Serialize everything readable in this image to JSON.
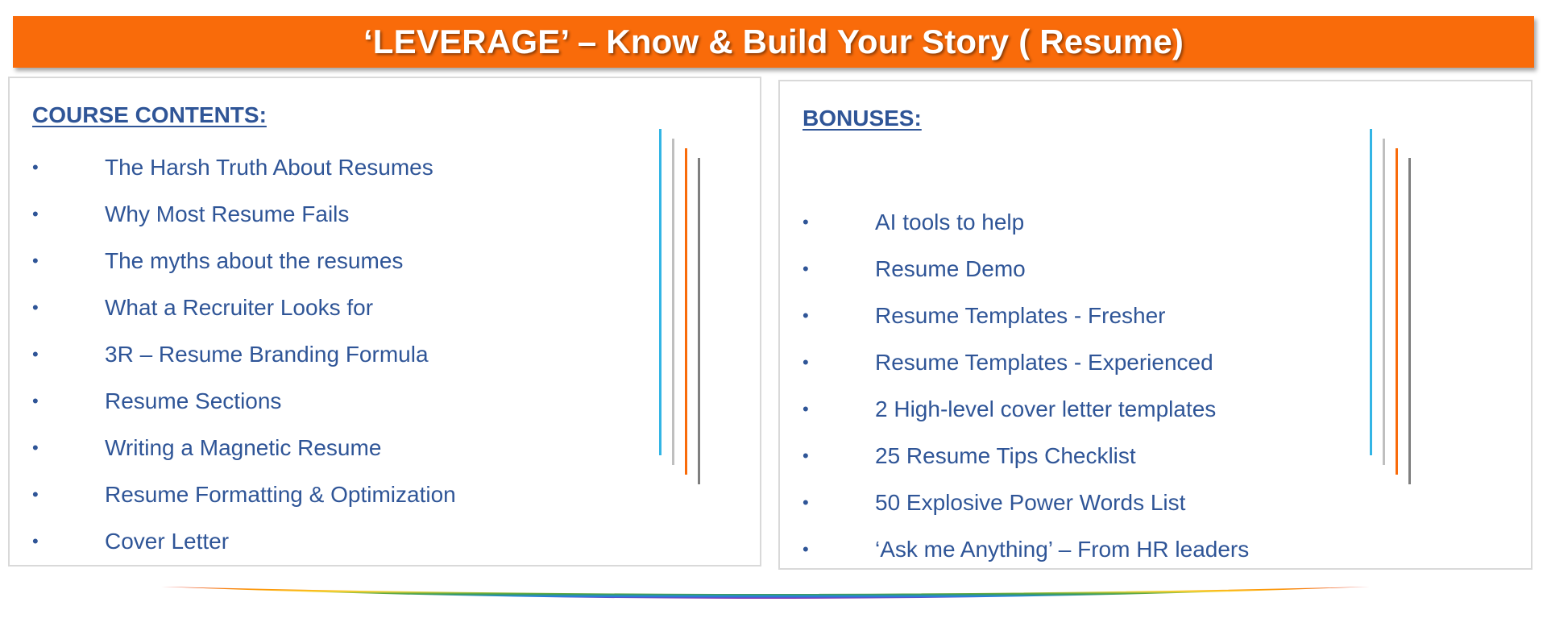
{
  "banner": {
    "title": "‘LEVERAGE’ – Know & Build Your Story ( Resume)"
  },
  "course": {
    "heading": "COURSE CONTENTS:",
    "bullet": "•",
    "items": [
      "The Harsh Truth About Resumes",
      "Why Most Resume Fails",
      "The myths about the resumes",
      "What a Recruiter Looks for",
      "3R – Resume Branding Formula",
      "Resume Sections",
      "Writing a Magnetic Resume",
      "Resume Formatting & Optimization",
      "Cover Letter"
    ]
  },
  "bonuses": {
    "heading": "BONUSES:",
    "bullet": "•",
    "items": [
      "AI tools to help",
      "Resume Demo",
      "Resume Templates  - Fresher",
      "Resume Templates -  Experienced",
      "2 High-level cover letter templates",
      "25 Resume Tips Checklist",
      "50 Explosive Power Words List",
      "‘Ask me Anything’ – From HR leaders"
    ]
  },
  "colors": {
    "banner": "#f96b0a",
    "text": "#2f5597",
    "line_blue": "#33b5e5",
    "line_light_gray": "#bfbfbf",
    "line_orange": "#f96b0a",
    "line_dark_gray": "#7f7f7f"
  }
}
